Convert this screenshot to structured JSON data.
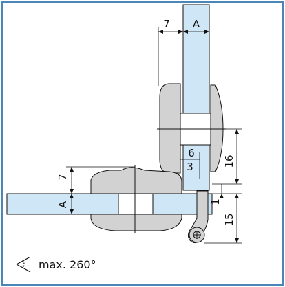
{
  "drawing": {
    "dimensions": {
      "top_left": "7",
      "top_right": "A",
      "small_upper": "6",
      "small_lower": "3",
      "right_upper": "16",
      "right_small": "1",
      "right_lower": "15",
      "left_upper": "7",
      "left_lower": "A"
    },
    "caption": "max. 260°",
    "colors": {
      "frame": "#4a86b8",
      "glass": "#cfe6f7",
      "hardware": "#d2d2d2",
      "line": "#111111"
    }
  }
}
